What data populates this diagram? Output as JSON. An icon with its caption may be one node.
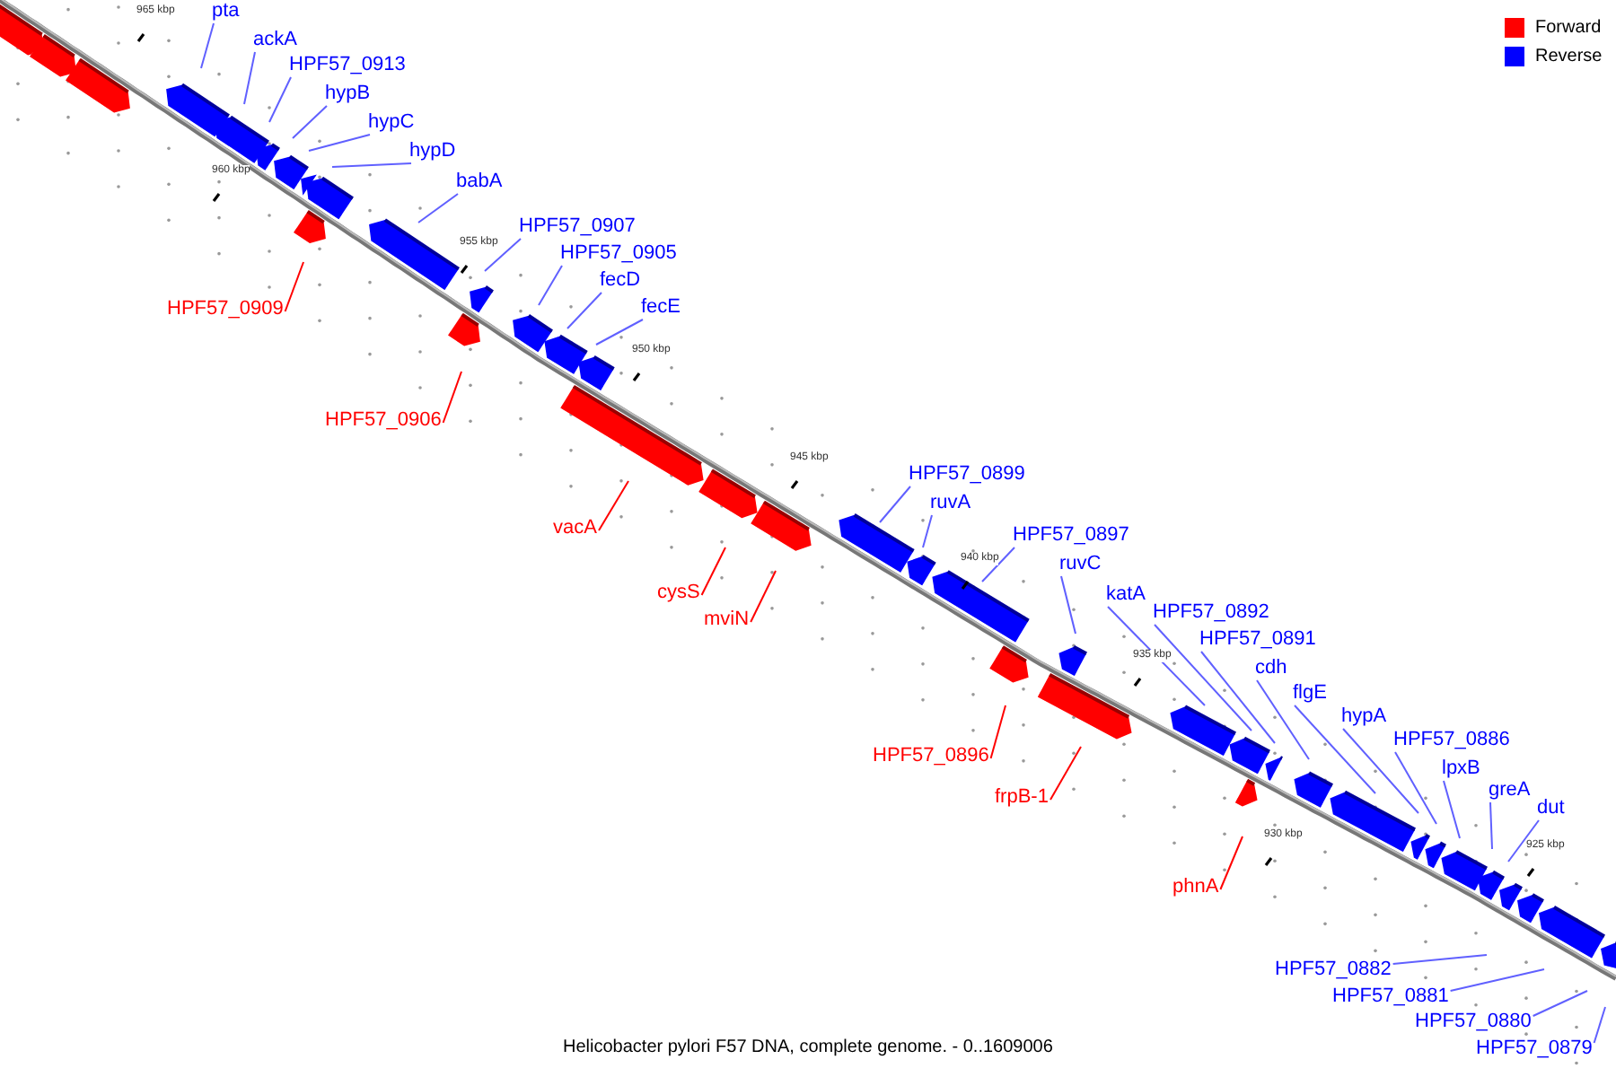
{
  "diagram": {
    "caption": "Helicobacter pylori F57 DNA, complete genome. - 0..1609006",
    "nodes": [
      {
        "text": [
          "pta"
        ]
      },
      {
        "text": [
          "ackA"
        ]
      },
      {
        "text": [
          "HPF57_0913"
        ]
      },
      {
        "text": [
          "hypB"
        ]
      },
      {
        "text": [
          "hypC"
        ]
      },
      {
        "text": [
          "hypD"
        ]
      },
      {
        "text": [
          "babA"
        ]
      },
      {
        "text": [
          "HPF57_0907"
        ]
      },
      {
        "text": [
          "HPF57_0905"
        ]
      },
      {
        "text": [
          "fecD"
        ]
      },
      {
        "text": [
          "fecE"
        ]
      },
      {
        "text": [
          "HPF57_0909"
        ]
      },
      {
        "text": [
          "HPF57_0906"
        ]
      },
      {
        "text": [
          "vacA"
        ]
      },
      {
        "text": [
          "cysS"
        ]
      },
      {
        "text": [
          "mviN"
        ]
      },
      {
        "text": [
          "HPF57_0899"
        ]
      },
      {
        "text": [
          "ruvA"
        ]
      },
      {
        "text": [
          "HPF57_0897"
        ]
      },
      {
        "text": [
          "ruvC"
        ]
      },
      {
        "text": [
          "katA"
        ]
      },
      {
        "text": [
          "HPF57_0892"
        ]
      },
      {
        "text": [
          "HPF57_0891"
        ]
      },
      {
        "text": [
          "cdh"
        ]
      },
      {
        "text": [
          "flgE"
        ]
      },
      {
        "text": [
          "hypA"
        ]
      },
      {
        "text": [
          "HPF57_0886"
        ]
      },
      {
        "text": [
          "lpxB"
        ]
      },
      {
        "text": [
          "greA"
        ]
      },
      {
        "text": [
          "dut"
        ]
      },
      {
        "text": [
          "HPF57_0896"
        ]
      },
      {
        "text": [
          "frpB-1"
        ]
      },
      {
        "text": [
          "phnA"
        ]
      },
      {
        "text": [
          "HPF57_0882"
        ]
      },
      {
        "text": [
          "HPF57_0881"
        ]
      },
      {
        "text": [
          "HPF57_0880"
        ]
      },
      {
        "text": [
          "HPF57_0879"
        ]
      }
    ],
    "edges": [
      {
        "from": 0,
        "to": null,
        "arrow": "none"
      },
      {
        "from": 1,
        "to": null,
        "arrow": "none"
      },
      {
        "from": 2,
        "to": null,
        "arrow": "none"
      },
      {
        "from": 3,
        "to": null,
        "arrow": "none"
      },
      {
        "from": 4,
        "to": null,
        "arrow": "none"
      },
      {
        "from": 5,
        "to": null,
        "arrow": "none"
      },
      {
        "from": 6,
        "to": null,
        "arrow": "none"
      },
      {
        "from": 7,
        "to": null,
        "arrow": "none"
      },
      {
        "from": 8,
        "to": null,
        "arrow": "none"
      },
      {
        "from": 9,
        "to": null,
        "arrow": "none"
      },
      {
        "from": 10,
        "to": null,
        "arrow": "none"
      },
      {
        "from": 11,
        "to": null,
        "arrow": "none",
        "color": "#ff0000"
      },
      {
        "from": 12,
        "to": null,
        "arrow": "none",
        "color": "#ff0000"
      },
      {
        "from": 13,
        "to": null,
        "arrow": "none",
        "color": "#ff0000"
      },
      {
        "from": 14,
        "to": null,
        "arrow": "none",
        "color": "#ff0000"
      },
      {
        "from": 15,
        "to": null,
        "arrow": "none",
        "color": "#ff0000"
      },
      {
        "from": 16,
        "to": null,
        "arrow": "none"
      },
      {
        "from": 17,
        "to": null,
        "arrow": "none"
      },
      {
        "from": 18,
        "to": null,
        "arrow": "none"
      },
      {
        "from": 19,
        "to": null,
        "arrow": "none"
      },
      {
        "from": 20,
        "to": null,
        "arrow": "none"
      },
      {
        "from": 21,
        "to": null,
        "arrow": "none"
      },
      {
        "from": 22,
        "to": null,
        "arrow": "none"
      },
      {
        "from": 23,
        "to": null,
        "arrow": "none"
      },
      {
        "from": 24,
        "to": null,
        "arrow": "none"
      },
      {
        "from": 25,
        "to": null,
        "arrow": "none"
      },
      {
        "from": 26,
        "to": null,
        "arrow": "none"
      },
      {
        "from": 27,
        "to": null,
        "arrow": "none"
      },
      {
        "from": 28,
        "to": null,
        "arrow": "none"
      },
      {
        "from": 29,
        "to": null,
        "arrow": "none"
      },
      {
        "from": 30,
        "to": null,
        "arrow": "none",
        "color": "#ff0000"
      },
      {
        "from": 31,
        "to": null,
        "arrow": "none",
        "color": "#ff0000"
      },
      {
        "from": 32,
        "to": null,
        "arrow": "none",
        "color": "#ff0000"
      },
      {
        "from": 33,
        "to": null,
        "arrow": "none"
      },
      {
        "from": 34,
        "to": null,
        "arrow": "none"
      },
      {
        "from": 35,
        "to": null,
        "arrow": "none"
      },
      {
        "from": 36,
        "to": null,
        "arrow": "none"
      }
    ],
    "labels": [
      "965 kbp",
      "960 kbp",
      "955 kbp",
      "950 kbp",
      "945 kbp",
      "940 kbp",
      "935 kbp",
      "930 kbp",
      "925 kbp"
    ],
    "legend": [
      {
        "text": "Forward",
        "color": "#ff0000"
      },
      {
        "text": "Reverse",
        "color": "#0000ff"
      }
    ]
  }
}
